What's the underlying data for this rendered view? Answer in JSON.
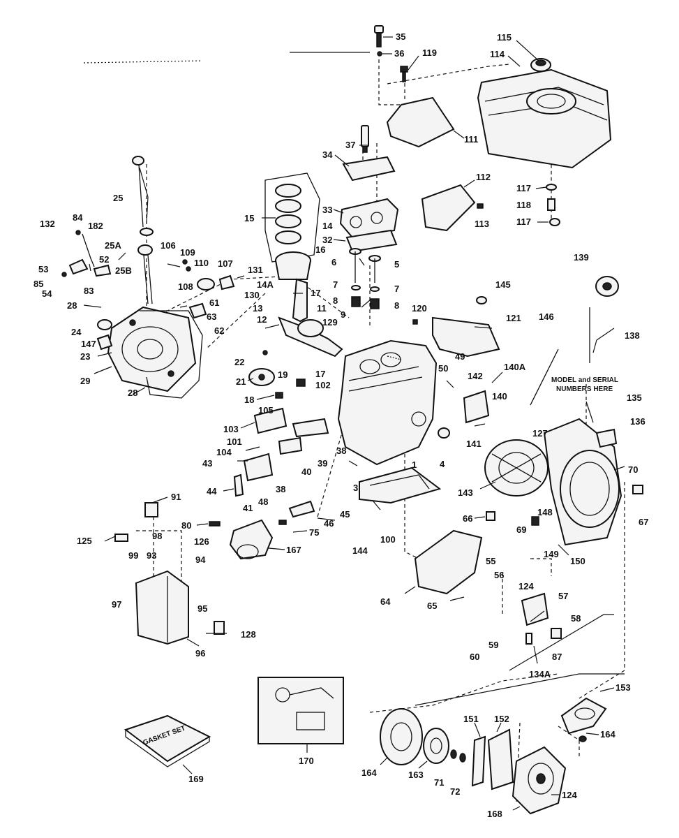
{
  "labels": {
    "p35": "35",
    "p36": "36",
    "p119": "119",
    "p115": "115",
    "p114": "114",
    "p111": "111",
    "p37": "37",
    "p34": "34",
    "p112": "112",
    "p113": "113",
    "p117a": "117",
    "p118": "118",
    "p117b": "117",
    "p33": "33",
    "p32": "32",
    "p15": "15",
    "p14": "14",
    "p16": "16",
    "p14A": "14A",
    "p6": "6",
    "p5": "5",
    "p7a": "7",
    "p7b": "7",
    "p8a": "8",
    "p8b": "8",
    "p9": "9",
    "p25": "25",
    "p132": "132",
    "p84": "84",
    "p182": "182",
    "p25A": "25A",
    "p53": "53",
    "p52": "52",
    "p85": "85",
    "p54": "54",
    "p25B": "25B",
    "p106": "106",
    "p109": "109",
    "p110": "110",
    "p107": "107",
    "p131": "131",
    "p108": "108",
    "p130": "130",
    "p17a": "17",
    "p83": "83",
    "p28a": "28",
    "p61": "61",
    "p63": "63",
    "p62": "62",
    "p13": "13",
    "p12": "12",
    "p11": "11",
    "p129": "129",
    "p24": "24",
    "p147": "147",
    "p23": "23",
    "p29": "29",
    "p28b": "28",
    "p22": "22",
    "p21": "21",
    "p19": "19",
    "p17b": "17",
    "p18": "18",
    "p102": "102",
    "p105": "105",
    "p103": "103",
    "p101": "101",
    "p104": "104",
    "p43": "43",
    "p44": "44",
    "p41": "41",
    "p38a": "38",
    "p40": "40",
    "p39": "39",
    "p38b": "38",
    "p1": "1",
    "p3": "3",
    "p145": "145",
    "p120": "120",
    "p121": "121",
    "p146": "146",
    "p139": "139",
    "p138": "138",
    "p49": "49",
    "p50": "50",
    "p142": "142",
    "p140A": "140A",
    "p140": "140",
    "p141": "141",
    "p4": "4",
    "p135": "135",
    "p136": "136",
    "p127": "127",
    "p70": "70",
    "p67": "67",
    "p143": "143",
    "p66": "66",
    "p148": "148",
    "p69": "69",
    "p149": "149",
    "p150": "150",
    "p48": "48",
    "p45": "45",
    "p46": "46",
    "p75": "75",
    "p80": "80",
    "p167": "167",
    "p144": "144",
    "p100": "100",
    "p64": "64",
    "p65": "65",
    "p91": "91",
    "p125": "125",
    "p98": "98",
    "p126": "126",
    "p99": "99",
    "p93": "93",
    "p94": "94",
    "p95": "95",
    "p97": "97",
    "p96": "96",
    "p128": "128",
    "p55": "55",
    "p56": "56",
    "p124a": "124",
    "p57": "57",
    "p58": "58",
    "p59": "59",
    "p60": "60",
    "p87": "87",
    "p134A": "134A",
    "p170": "170",
    "p169": "169",
    "p153": "153",
    "p164a": "164",
    "p164b": "164",
    "p151": "151",
    "p152": "152",
    "p163": "163",
    "p71": "71",
    "p72": "72",
    "p168": "168",
    "p124b": "124"
  },
  "notes": {
    "model_serial_line1": "MODEL and SERIAL",
    "model_serial_line2": "NUMBERS HERE",
    "gasket_kit_cover": "GASKET SET"
  },
  "colors": {
    "ink": "#111111",
    "paper": "#ffffff",
    "part_fill": "#f4f4f4"
  }
}
